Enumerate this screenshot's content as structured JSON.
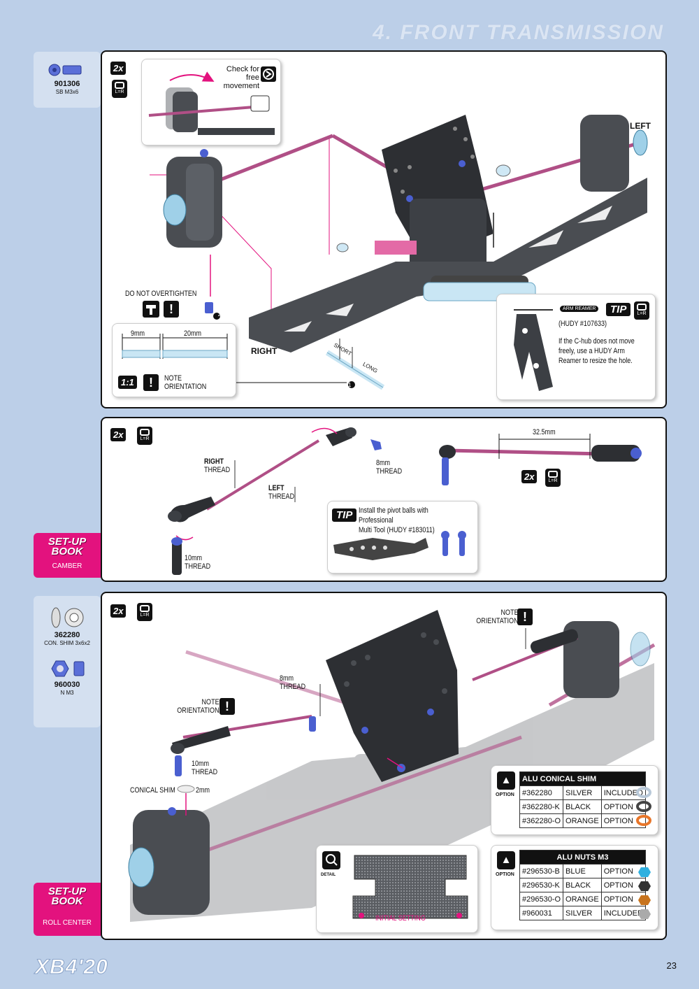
{
  "header": {
    "title": "4. FRONT TRANSMISSION"
  },
  "parts_top": {
    "code": "901306",
    "desc": "SB M3x6"
  },
  "parts_bottom": [
    {
      "code": "362280",
      "desc": "CON. SHIM 3x6x2"
    },
    {
      "code": "960030",
      "desc": "N M3"
    }
  ],
  "setup_books": [
    {
      "line1": "SET-UP",
      "line2": "BOOK",
      "label": "CAMBER"
    },
    {
      "line1": "SET-UP",
      "line2": "BOOK",
      "label": "ROLL CENTER"
    }
  ],
  "panel1": {
    "qty": "2x",
    "lr": "L=R",
    "check_line1": "Check for free",
    "check_line2": "movement",
    "left_label": "LEFT",
    "right_label": "RIGHT",
    "overtighten": "DO NOT OVERTIGHTEN",
    "dim_9": "9mm",
    "dim_20": "20mm",
    "scale": "1:1",
    "note_line1": "NOTE",
    "note_line2": "ORIENTATION",
    "short": "SHORT",
    "long": "LONG",
    "num1": "1",
    "num2": "2",
    "tip": {
      "badge": "TIP",
      "tool": "ARM REAMER",
      "hudy": "(HUDY #107633)",
      "text_line1": "If the C-hub does not move",
      "text_line2": "freely, use a HUDY Arm",
      "text_line3": "Reamer to resize the hole."
    }
  },
  "panel2": {
    "qty": "2x",
    "qty2": "2x",
    "lr": "L=R",
    "right_thread_l1": "RIGHT",
    "right_thread_l2": "THREAD",
    "left_thread_l1": "LEFT",
    "left_thread_l2": "THREAD",
    "thread8_l1": "8mm",
    "thread8_l2": "THREAD",
    "thread10_l1": "10mm",
    "thread10_l2": "THREAD",
    "length": "32.5mm",
    "tip": {
      "badge": "TIP",
      "text_line1": "Install the pivot balls with Professional",
      "text_line2": "Multi Tool (HUDY #183011)"
    }
  },
  "panel3": {
    "qty": "2x",
    "lr": "L=R",
    "note_a_l1": "NOTE",
    "note_a_l2": "ORIENTATION",
    "note_b_l1": "NOTE",
    "note_b_l2": "ORIENTATION",
    "thread8_l1": "8mm",
    "thread8_l2": "THREAD",
    "thread10_l1": "10mm",
    "thread10_l2": "THREAD",
    "conical": "CONICAL SHIM",
    "conical_mm": "2mm",
    "detail": "DETAIL",
    "initial": "INITIAL SETTING",
    "option_label": "OPTION",
    "shim_table": {
      "title": "ALU CONICAL SHIM",
      "rows": [
        [
          "#362280",
          "SILVER",
          "INCLUDED"
        ],
        [
          "#362280-K",
          "BLACK",
          "OPTION"
        ],
        [
          "#362280-O",
          "ORANGE",
          "OPTION"
        ]
      ]
    },
    "nut_table": {
      "title": "ALU NUTS M3",
      "rows": [
        [
          "#296530-B",
          "BLUE",
          "OPTION"
        ],
        [
          "#296530-K",
          "BLACK",
          "OPTION"
        ],
        [
          "#296530-O",
          "ORANGE",
          "OPTION"
        ],
        [
          "#960031",
          "SILVER",
          "INCLUDED"
        ]
      ]
    }
  },
  "colors": {
    "accent": "#e3127e",
    "part_blue": "#4a5fd0",
    "chassis": "#4a4d52"
  },
  "footer": {
    "logo": "XB4'20",
    "page": "23"
  }
}
